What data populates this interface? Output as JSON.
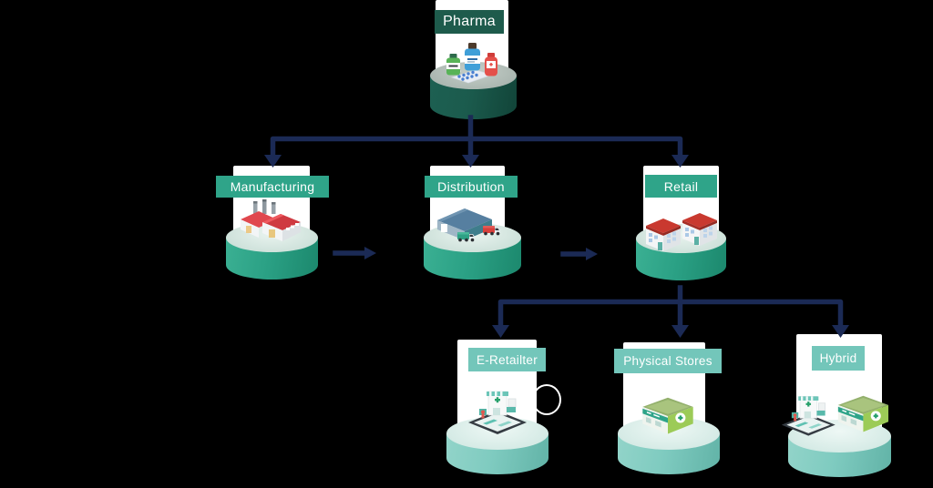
{
  "nodes": {
    "pharma": {
      "label": "Pharma",
      "level": 1,
      "icon": "medicine-bottles-icon"
    },
    "manufacturing": {
      "label": "Manufacturing",
      "level": 2,
      "icon": "factory-icon"
    },
    "distribution": {
      "label": "Distribution",
      "level": 2,
      "icon": "warehouse-trucks-icon"
    },
    "retail": {
      "label": "Retail",
      "level": 2,
      "icon": "retail-buildings-icon"
    },
    "e_retailer": {
      "label": "E-Retailter",
      "level": 3,
      "icon": "online-pharmacy-tablet-icon"
    },
    "physical_stores": {
      "label": "Physical Stores",
      "level": 3,
      "icon": "pharmacy-store-icon"
    },
    "hybrid": {
      "label": "Hybrid",
      "level": 3,
      "icon": "tablet-and-store-icon"
    }
  },
  "edges": [
    {
      "from": "pharma",
      "to": "manufacturing",
      "style": "tree-arrow"
    },
    {
      "from": "pharma",
      "to": "distribution",
      "style": "tree-arrow"
    },
    {
      "from": "pharma",
      "to": "retail",
      "style": "tree-arrow"
    },
    {
      "from": "manufacturing",
      "to": "distribution",
      "style": "flow-arrow"
    },
    {
      "from": "distribution",
      "to": "retail",
      "style": "flow-arrow"
    },
    {
      "from": "retail",
      "to": "e_retailer",
      "style": "tree-arrow"
    },
    {
      "from": "retail",
      "to": "physical_stores",
      "style": "tree-arrow"
    },
    {
      "from": "retail",
      "to": "hybrid",
      "style": "tree-arrow"
    }
  ],
  "colors": {
    "background": "#000000",
    "arrow": "#1B2A55",
    "card": "#FFFFFF",
    "label_dark_green": "#1E5B4C",
    "label_green": "#2FA489",
    "label_teal": "#73C6BA",
    "cylinder_dark": "#1B5B4D",
    "cylinder_green": "#2BA185",
    "cylinder_teal": "#7FCBC0"
  }
}
